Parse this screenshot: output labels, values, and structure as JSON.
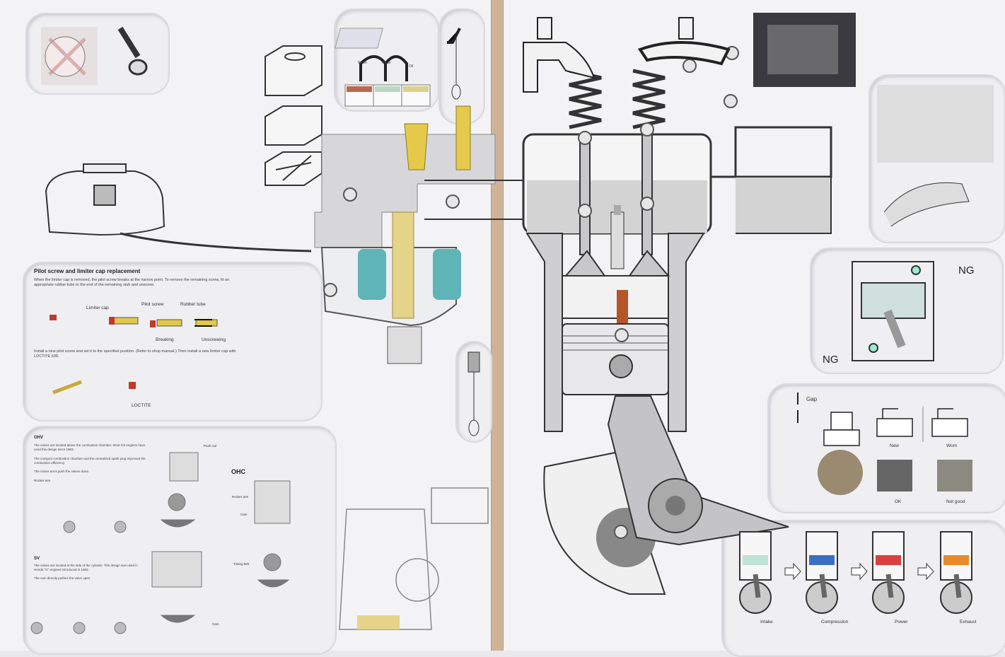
{
  "pilot_screw": {
    "title": "Pilot screw and limiter cap replacement",
    "intro": "When the limiter cap is removed, the pilot screw breaks at the narrow point. To remove the remaining screw, fit an appropriate rubber tube to the end of the remaining stub and unscrew.",
    "labels": {
      "limiter_cap": "Limiter cap",
      "pilot_screw": "Pilot screw",
      "rubber_tube": "Rubber tube",
      "breaking": "Breaking",
      "unscrewing": "Unscrewing",
      "loctite": "LOCTITE"
    },
    "install": "Install a new pilot screw and set it to the specified position. (Refer to shop manual.) Then install a new limiter cap with LOCTITE 638."
  },
  "valve_types": {
    "ohv": {
      "title": "OHV",
      "lines": [
        "The valves are located above the combustion chamber. Most GX engines have used this design since 1983.",
        "The compact combustion chamber and the centralized spark plug improved the combustion efficiency.",
        "The rocker arms push the valves down."
      ],
      "rocker_arm": "Rocker arm",
      "push_rod": "Push rod"
    },
    "sv": {
      "title": "SV",
      "lines": [
        "The valves are located at the side of the cylinder. This design was used in Honda \"G\" engines introduced in 1963.",
        "The cam directly pushes the valve open."
      ],
      "cam": "Cam"
    },
    "ohc": {
      "title": "OHC",
      "rocker_arm": "Rocker arm",
      "cam": "Cam",
      "timing_belt": "Timing belt"
    }
  },
  "cleaning": {
    "wash": "Wash",
    "rinse": "Rinse",
    "oil": "Oil"
  },
  "piston_rings": {
    "ng_top": "NG",
    "ng_bottom": "NG"
  },
  "spark_plug": {
    "gap": "Gap",
    "new": "New",
    "worn": "Worn",
    "ok": "OK",
    "not_good": "Not good"
  },
  "strokes": [
    {
      "label": "Intake",
      "color": "#bfe3d6"
    },
    {
      "label": "Compression",
      "color": "#3a6fc4"
    },
    {
      "label": "Power",
      "color": "#d94040"
    },
    {
      "label": "Exhaust",
      "color": "#e88a2a"
    }
  ],
  "colors": {
    "fuel": "#5fb4b8",
    "brass": "#d9b94a",
    "board": "#f3f3f5",
    "divider": "#cfb399"
  }
}
